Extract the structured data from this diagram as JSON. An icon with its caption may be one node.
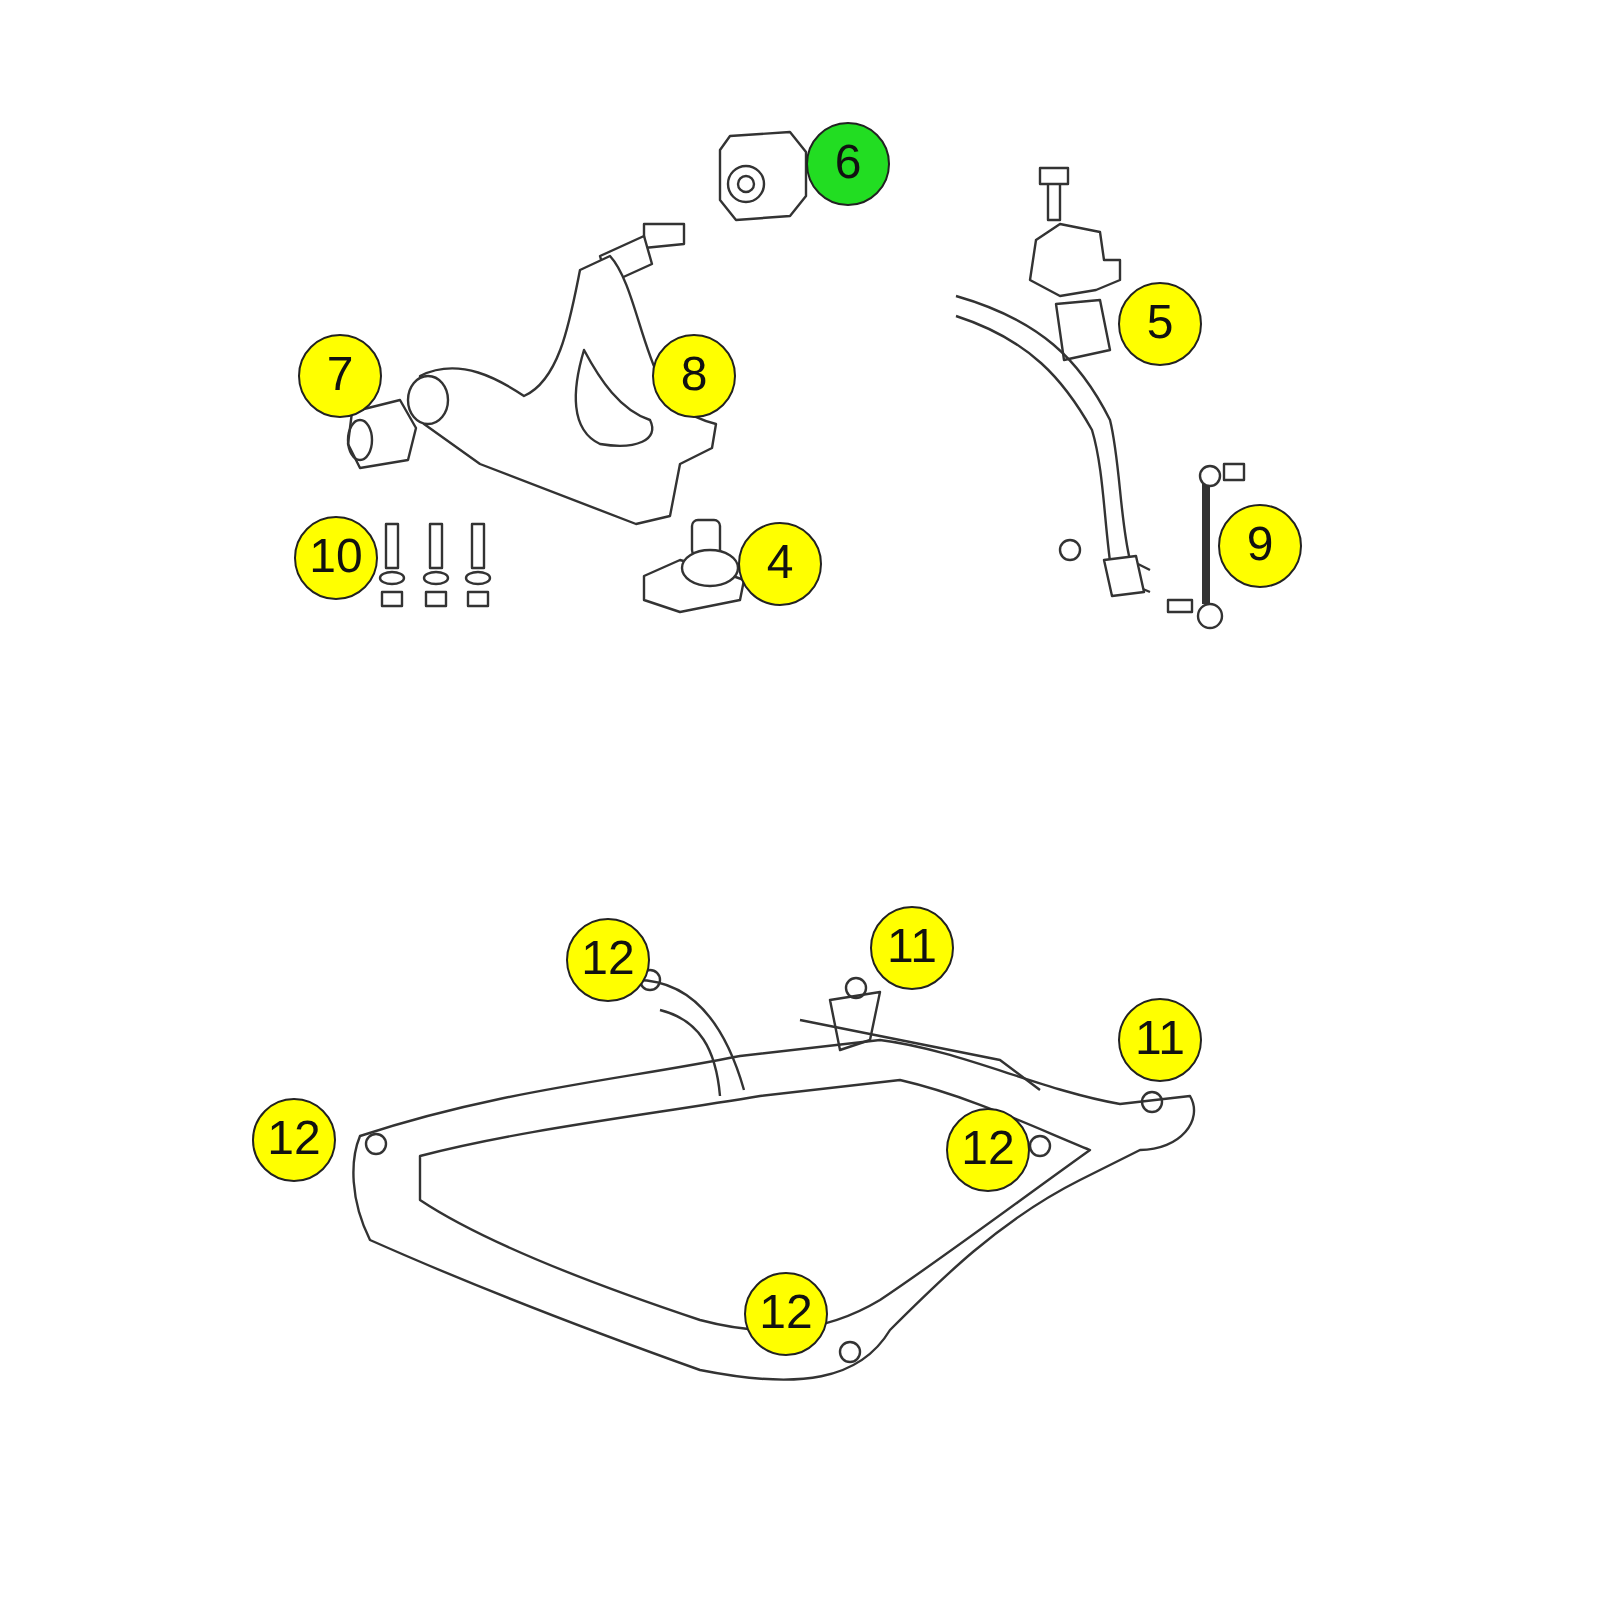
{
  "diagram": {
    "labels": [
      "6",
      "5",
      "7",
      "8",
      "9",
      "10",
      "4",
      "11",
      "12",
      "11",
      "12",
      "12",
      "12"
    ]
  }
}
